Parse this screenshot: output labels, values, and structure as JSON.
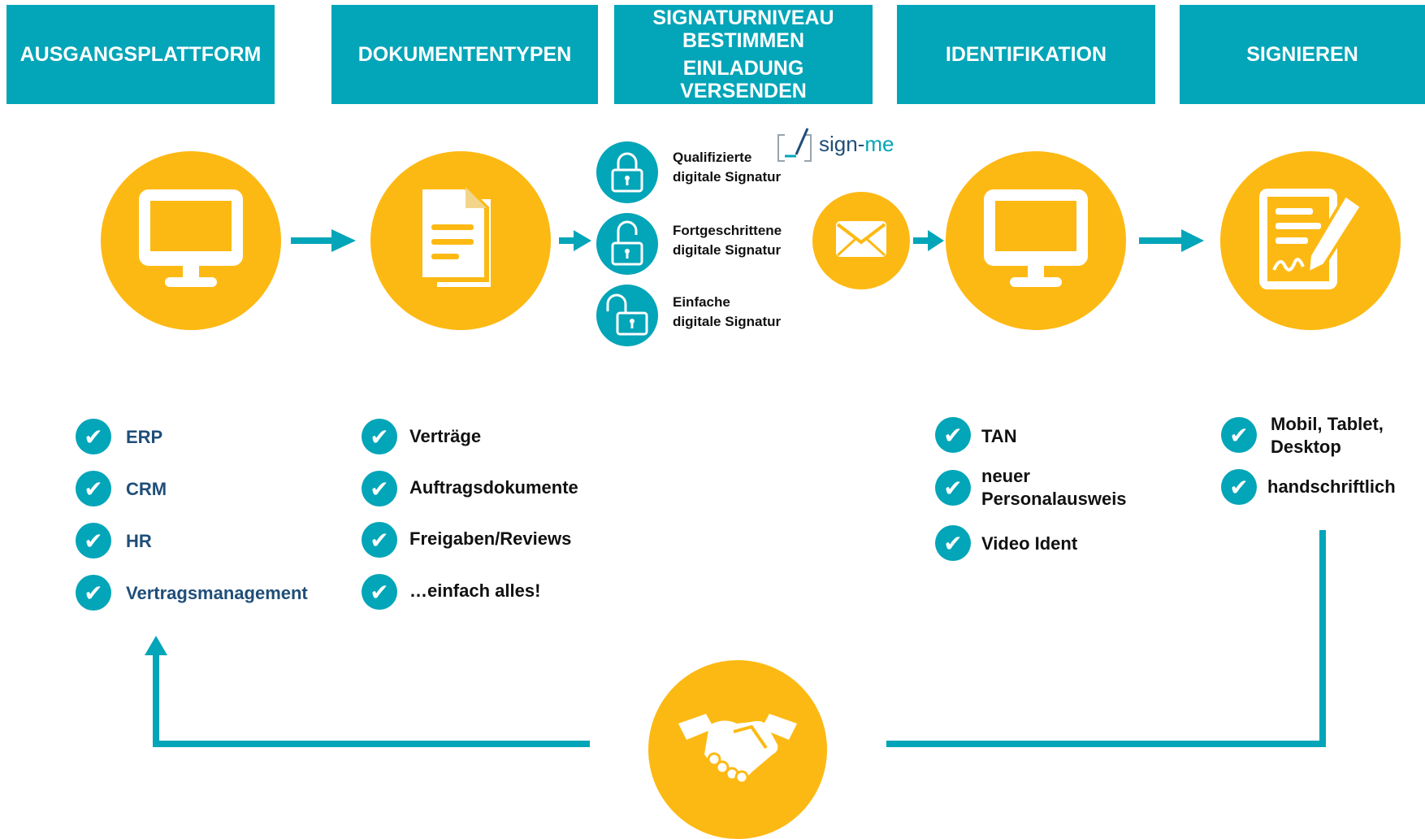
{
  "headers": [
    {
      "lines": [
        "AUSGANGSPLATTFORM"
      ]
    },
    {
      "lines": [
        "DOKUMENTENTYPEN"
      ]
    },
    {
      "lines": [
        "SIGNATURNIVEAU",
        "BESTIMMEN",
        "EINLADUNG",
        "VERSENDEN"
      ]
    },
    {
      "lines": [
        "IDENTIFIKATION"
      ]
    },
    {
      "lines": [
        "SIGNIEREN"
      ]
    }
  ],
  "signature_levels": [
    {
      "line1": "Qualifizierte",
      "line2": "digitale Signatur",
      "icon": "lock-closed-icon"
    },
    {
      "line1": "Fortgeschrittene",
      "line2": "digitale Signatur",
      "icon": "lock-half-open-icon"
    },
    {
      "line1": "Einfache",
      "line2": "digitale Signatur",
      "icon": "lock-open-icon"
    }
  ],
  "signme_logo": {
    "text_sign": "sign-",
    "text_me": "me"
  },
  "platforms": [
    "ERP",
    "CRM",
    "HR",
    "Vertragsmanagement"
  ],
  "document_types": [
    "Verträge",
    "Auftragsdokumente",
    "Freigaben/Reviews",
    "…einfach alles!"
  ],
  "identification": [
    {
      "line1": "TAN",
      "line2": ""
    },
    {
      "line1": "neuer",
      "line2": "Personalausweis"
    },
    {
      "line1": "Video Ident",
      "line2": ""
    }
  ],
  "signing": [
    {
      "line1": "Mobil, Tablet,",
      "line2": "Desktop"
    },
    {
      "line1": "handschriftlich",
      "line2": ""
    }
  ],
  "check_glyph": "✔",
  "colors": {
    "teal": "#03a5b8",
    "yellow": "#fdb913",
    "navy": "#1f4e79"
  }
}
